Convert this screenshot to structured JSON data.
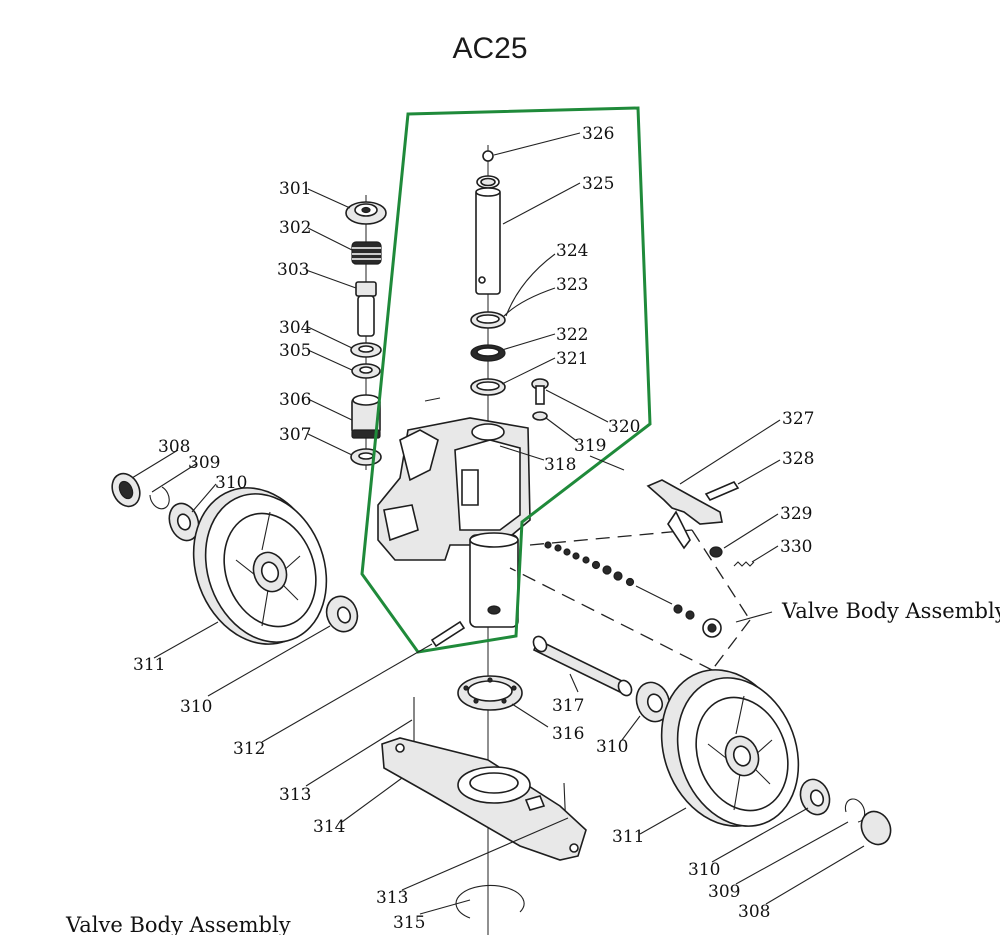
{
  "title": "AC25",
  "captions": {
    "valve_body_right": "Valve Body Assembly",
    "valve_body_bottom": "Valve Body Assembly"
  },
  "labels": {
    "p301": "301",
    "p302": "302",
    "p303": "303",
    "p304": "304",
    "p305": "305",
    "p306": "306",
    "p307": "307",
    "p308a": "308",
    "p309a": "309",
    "p310a": "310",
    "p311a": "311",
    "p310b": "310",
    "p312": "312",
    "p313a": "313",
    "p314": "314",
    "p313b": "313",
    "p315": "315",
    "p316": "316",
    "p317": "317",
    "p310c": "310",
    "p311b": "311",
    "p310d": "310",
    "p309b": "309",
    "p308b": "308",
    "p318": "318",
    "p319": "319",
    "p320": "320",
    "p321": "321",
    "p322": "322",
    "p323": "323",
    "p324": "324",
    "p325": "325",
    "p326": "326",
    "p327": "327",
    "p328": "328",
    "p329": "329",
    "p330": "330"
  },
  "colors": {
    "highlight": "#1f8a3a",
    "line": "#222222"
  }
}
